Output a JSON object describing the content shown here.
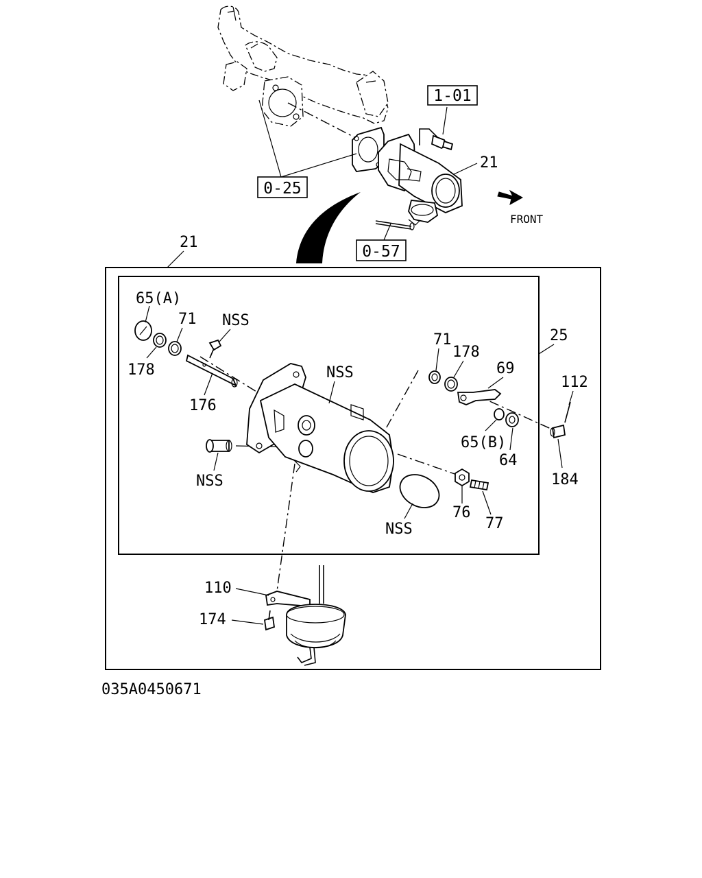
{
  "drawing_id": "035A0450671",
  "direction_label": "FRONT",
  "ref_boxes": {
    "upper_bolt": "1-01",
    "gasket": "0-25",
    "hose": "0-57"
  },
  "callouts": {
    "assembly_top": "21",
    "assembly_detail": "21",
    "detail_set": "25",
    "cap_a": "65(A)",
    "seal_left": "178",
    "washer_left": "71",
    "screw_top": "NSS",
    "shaft": "176",
    "body": "NSS",
    "bushing": "NSS",
    "washer_right": "71",
    "seal_right": "178",
    "lever": "69",
    "pin": "112",
    "cap_b": "65(B)",
    "nut_small": "64",
    "rod_end": "184",
    "nut": "76",
    "screw": "77",
    "valve_plate": "NSS",
    "bracket": "110",
    "bolt": "174"
  }
}
